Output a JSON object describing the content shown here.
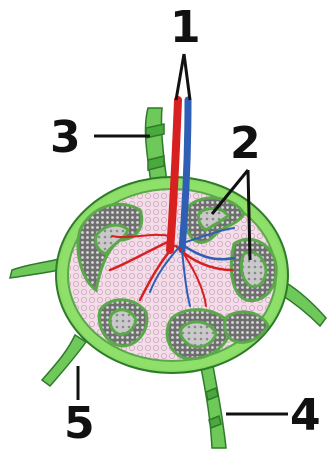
{
  "labels": {
    "l1": "1",
    "l2": "2",
    "l3": "3",
    "l4": "4",
    "l5": "5"
  },
  "colors": {
    "capsule": "#7ad35a",
    "capsule_dark": "#2f8a2b",
    "medulla": "#f2d8e8",
    "cortex_nodule": "#9a9a9a",
    "artery": "#d82020",
    "vein": "#2f5fb5",
    "leader_line": "#111111"
  },
  "icons": [
    "lymph-node-diagram"
  ]
}
